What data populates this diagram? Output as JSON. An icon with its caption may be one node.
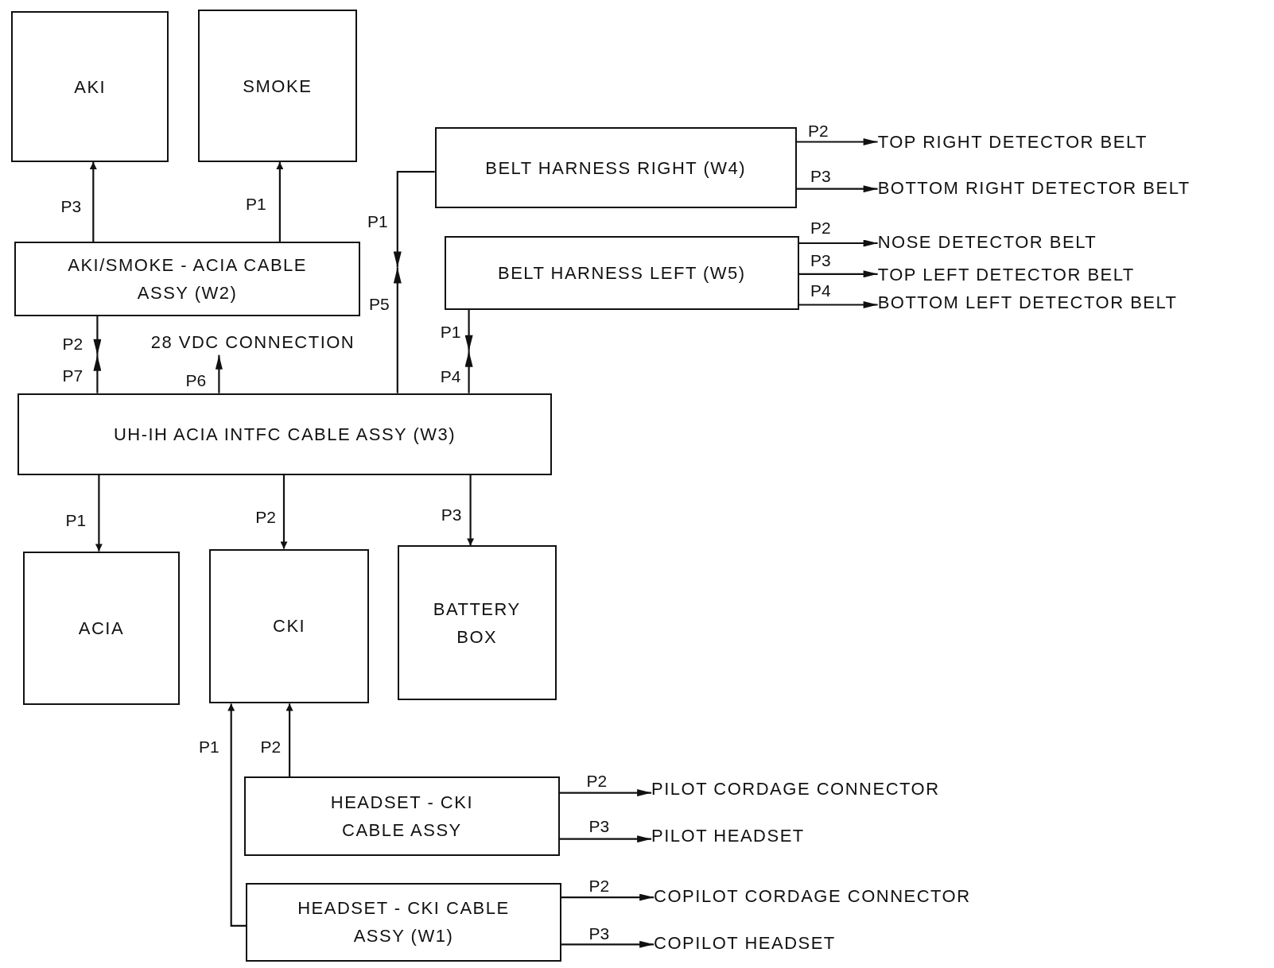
{
  "diagram": {
    "nodes": [
      {
        "text": [
          "AKI"
        ]
      },
      {
        "text": [
          "SMOKE"
        ]
      },
      {
        "text": [
          "AKI/SMOKE - ACIA CABLE ASSY (W2)"
        ]
      },
      {
        "text": [
          "BELT HARNESS RIGHT (W4)"
        ]
      },
      {
        "text": [
          "TOP RIGHT DETECTOR BELT"
        ]
      },
      {
        "text": [
          "BOTTOM RIGHT DETECTOR BELT"
        ]
      },
      {
        "text": [
          "BELT HARNESS LEFT (W5)"
        ]
      },
      {
        "text": [
          "NOSE DETECTOR BELT"
        ]
      },
      {
        "text": [
          "TOP LEFT DETECTOR BELT"
        ]
      },
      {
        "text": [
          "BOTTOM LEFT DETECTOR BELT"
        ]
      },
      {
        "text": [
          "28 VDC CONNECTION"
        ]
      },
      {
        "text": [
          "UH-IH ACIA INTFC CABLE ASSY (W3)"
        ]
      },
      {
        "text": [
          "ACIA"
        ]
      },
      {
        "text": [
          "CKI"
        ]
      },
      {
        "text": [
          "BATTERY BOX"
        ]
      },
      {
        "text": [
          "HEADSET - CKI CABLE ASSY"
        ]
      },
      {
        "text": [
          "PILOT CORDAGE CONNECTOR"
        ]
      },
      {
        "text": [
          "PILOT HEADSET"
        ]
      },
      {
        "text": [
          "HEADSET - CKI CABLE ASSY (W1)"
        ]
      },
      {
        "text": [
          "COPILOT CORDAGE CONNECTOR"
        ]
      },
      {
        "text": [
          "COPILOT HEADSET"
        ]
      }
    ],
    "edges": [
      {
        "from": 2,
        "to": 0,
        "arrow": "to",
        "label": "P3"
      },
      {
        "from": 2,
        "to": 1,
        "arrow": "to",
        "label": "P1"
      },
      {
        "from": 3,
        "to": 4,
        "arrow": "to",
        "label": "P2"
      },
      {
        "from": 3,
        "to": 5,
        "arrow": "to",
        "label": "P3"
      },
      {
        "from": 6,
        "to": 7,
        "arrow": "to",
        "label": "P2"
      },
      {
        "from": 6,
        "to": 8,
        "arrow": "to",
        "label": "P3"
      },
      {
        "from": 6,
        "to": 9,
        "arrow": "to",
        "label": "P4"
      },
      {
        "from": 2,
        "to": null,
        "arrow": "to",
        "label": "P2"
      },
      {
        "from": 11,
        "to": null,
        "arrow": "to",
        "label": "P7"
      },
      {
        "from": 11,
        "to": 10,
        "arrow": "to",
        "label": "P6"
      },
      {
        "from": 3,
        "to": null,
        "arrow": "to",
        "label": "P1"
      },
      {
        "from": 11,
        "to": null,
        "arrow": "to",
        "label": "P5"
      },
      {
        "from": 6,
        "to": null,
        "arrow": "to",
        "label": "P1"
      },
      {
        "from": 11,
        "to": null,
        "arrow": "to",
        "label": "P4"
      },
      {
        "from": 11,
        "to": 12,
        "arrow": "to",
        "label": "P1"
      },
      {
        "from": 11,
        "to": 13,
        "arrow": "to",
        "label": "P2"
      },
      {
        "from": 11,
        "to": 14,
        "arrow": "to",
        "label": "P3"
      },
      {
        "from": 15,
        "to": 13,
        "arrow": "to",
        "label": "P2"
      },
      {
        "from": 18,
        "to": 13,
        "arrow": "to",
        "label": "P1"
      },
      {
        "from": 15,
        "to": 16,
        "arrow": "to",
        "label": "P2"
      },
      {
        "from": 15,
        "to": 17,
        "arrow": "to",
        "label": "P3"
      },
      {
        "from": 18,
        "to": 19,
        "arrow": "to",
        "label": "P2"
      },
      {
        "from": 18,
        "to": 20,
        "arrow": "to",
        "label": "P3"
      }
    ]
  }
}
